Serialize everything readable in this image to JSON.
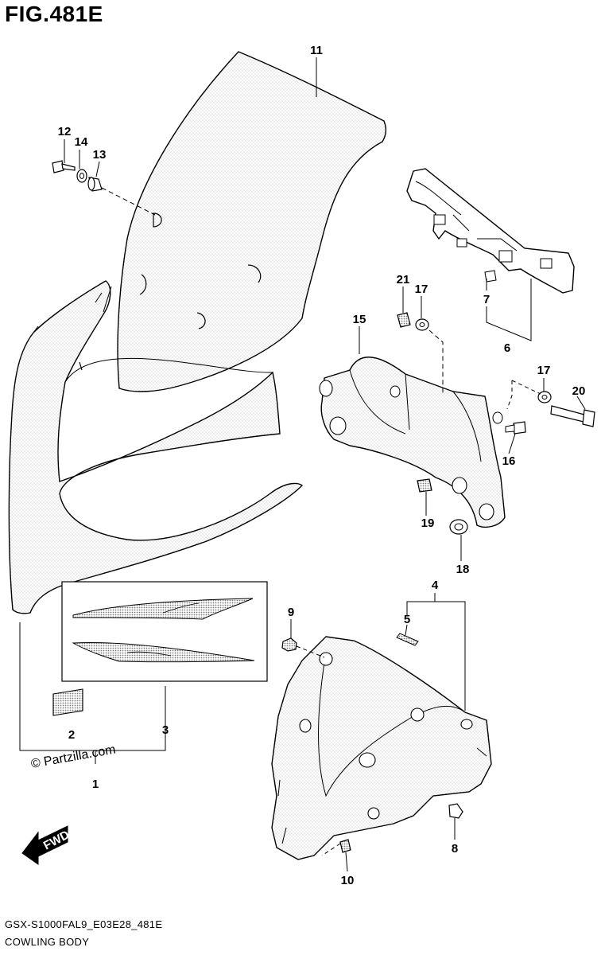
{
  "figure": {
    "title": "FIG.481E"
  },
  "footer": {
    "model_code": "GSX-S1000FAL9_E03E28_481E",
    "section_name": "COWLING BODY"
  },
  "watermark": {
    "text": "© Partzilla.com"
  },
  "direction_marker": {
    "label": "FWD"
  },
  "callouts": [
    "1",
    "2",
    "3",
    "4",
    "5",
    "6",
    "7",
    "8",
    "9",
    "10",
    "11",
    "12",
    "13",
    "14",
    "15",
    "16",
    "17",
    "17",
    "18",
    "19",
    "20",
    "21"
  ]
}
